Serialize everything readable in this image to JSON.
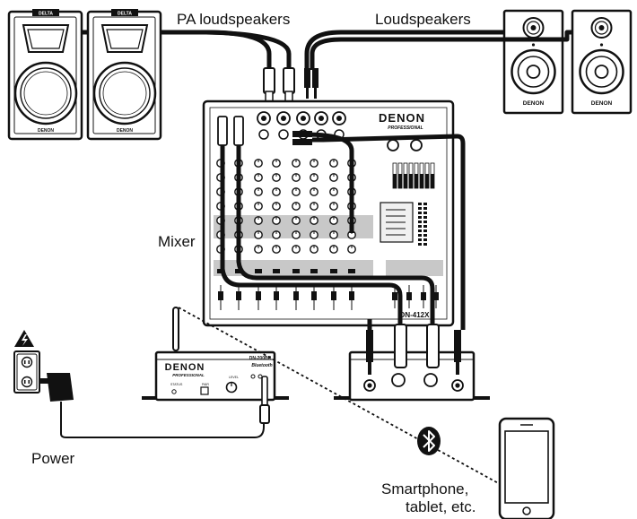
{
  "labels": {
    "pa_loudspeakers": "PA loudspeakers",
    "loudspeakers": "Loudspeakers",
    "mixer": "Mixer",
    "power": "Power",
    "smartphone_line1": "Smartphone,",
    "smartphone_line2": "tablet, etc."
  },
  "brand": {
    "name": "DENON",
    "sub": "PROFESSIONAL",
    "pa_badge": "DELTA",
    "mixer_model": "DN-412X",
    "receiver_model": "DN-200BR",
    "bluetooth_text": "Bluetooth",
    "receiver_labels": {
      "status": "STATUS",
      "pair": "PAIR",
      "level": "LEVEL"
    }
  },
  "icons": {
    "bluetooth": "bluetooth-icon",
    "hazard": "electrical-hazard-icon",
    "outlet": "power-outlet-icon",
    "adapter": "power-adapter-icon"
  },
  "colors": {
    "ink": "#111111",
    "gray_band": "#c8c8c8",
    "device_fill": "#ffffff",
    "screen_fill": "#f0f0f0"
  }
}
